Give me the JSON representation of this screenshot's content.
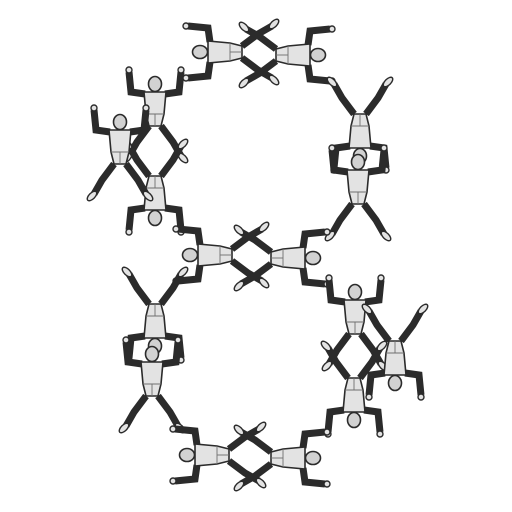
{
  "colors": {
    "background": "#ffffff",
    "figure_fill": "#e3e3e3",
    "head_fill": "#d2d2d2",
    "outline": "#2b2b2b",
    "detail": "#6f6f6f"
  },
  "illustration": {
    "subject": "acrobatic-figures-forming-figure-eight",
    "figure_count": 16,
    "loops": 2,
    "orientation": "vertical"
  }
}
